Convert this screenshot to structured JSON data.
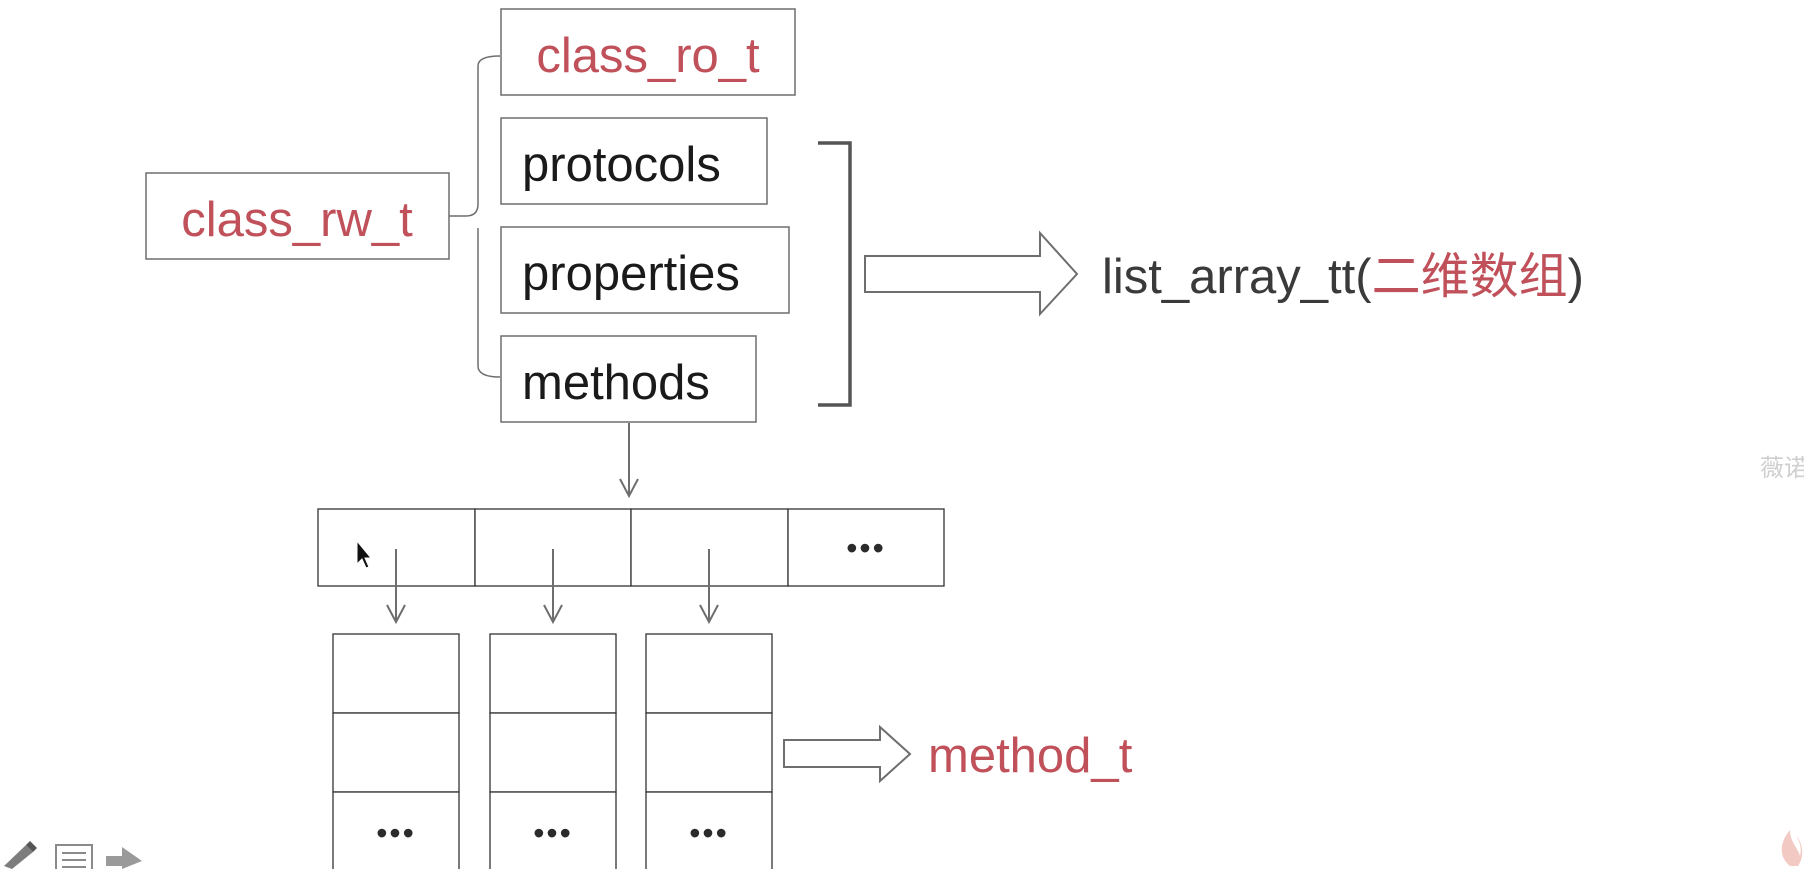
{
  "nodes": {
    "class_rw_t": "class_rw_t",
    "class_ro_t": "class_ro_t",
    "protocols": "protocols",
    "properties": "properties",
    "methods": "methods",
    "list_array_prefix": "list_array_tt(",
    "list_array_cn": "二维数组",
    "list_array_suffix": ")",
    "method_t": "method_t"
  },
  "array_cells": [
    "",
    "",
    "",
    "•••"
  ],
  "method_lists": [
    [
      "",
      "",
      "•••"
    ],
    [
      "",
      "",
      "•••"
    ],
    [
      "",
      "",
      "•••"
    ]
  ],
  "watermark": "薇诺",
  "colors": {
    "accent_red": "#c0505a",
    "text_dark": "#1a1a1a",
    "border_grey": "#6e6e6e"
  },
  "toolbar_icons": [
    "pencil-icon",
    "list-icon",
    "arrow-right-icon"
  ]
}
